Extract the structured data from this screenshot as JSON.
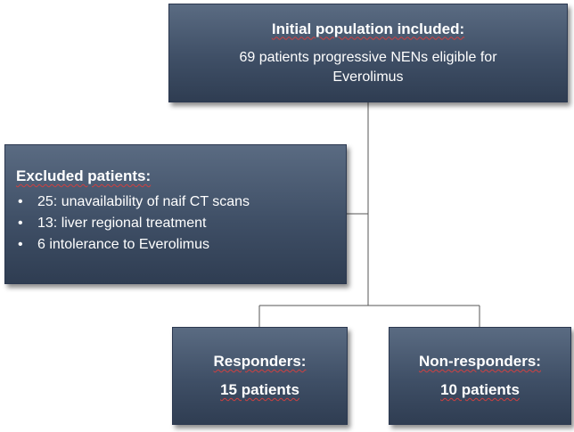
{
  "initial": {
    "title": "Initial population included:",
    "line1": "69 patients progressive NENs eligible for",
    "line2": "Everolimus"
  },
  "excluded": {
    "title": "Excluded patients:",
    "items": [
      "25: unavailability of naif CT scans",
      "13: liver regional treatment",
      "6 intolerance to Everolimus"
    ]
  },
  "responders": {
    "title": "Responders:",
    "count": "15 patients"
  },
  "non_responders": {
    "title": "Non-responders:",
    "count": "10 patients"
  }
}
